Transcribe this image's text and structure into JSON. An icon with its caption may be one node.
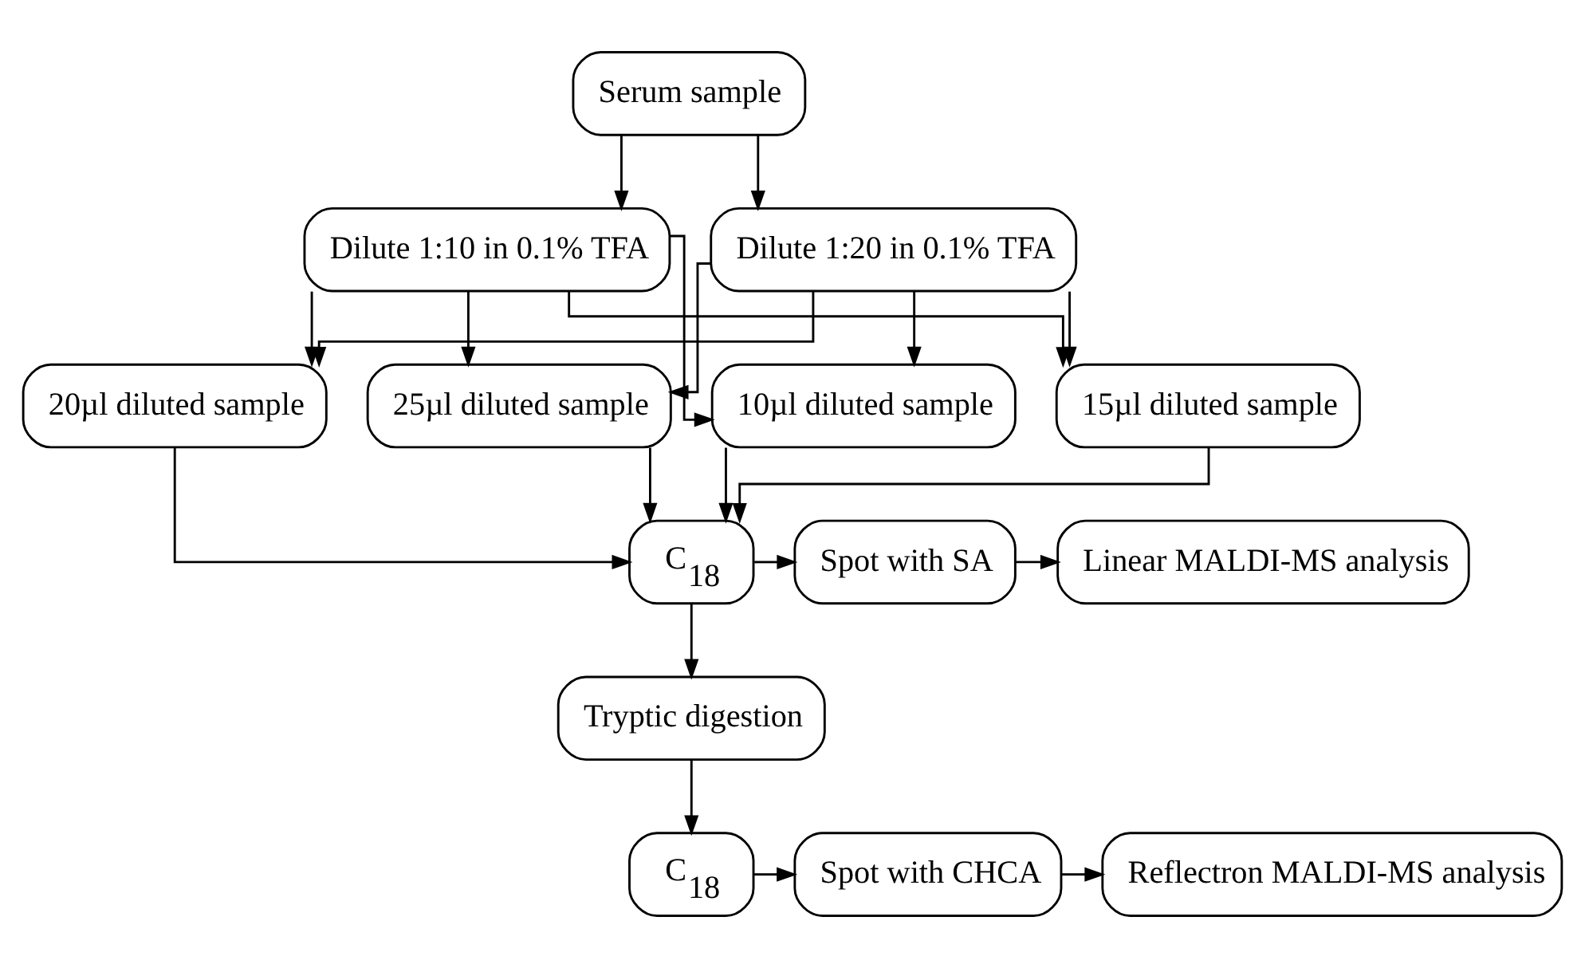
{
  "diagram": {
    "nodes": [
      {
        "text": [
          "Serum sample"
        ]
      },
      {
        "text": [
          "Dilute 1:10 in 0.1% TFA"
        ]
      },
      {
        "text": [
          "Dilute 1:20 in 0.1% TFA"
        ]
      },
      {
        "text": [
          "10µl diluted sample"
        ]
      },
      {
        "text": [
          "15µl diluted sample"
        ]
      },
      {
        "text": [
          "20µl diluted sample"
        ]
      },
      {
        "text": [
          "25µl diluted sample"
        ]
      },
      {
        "text": [
          "C$_{18}$"
        ]
      },
      {
        "text": [
          "Spot with SA"
        ]
      },
      {
        "text": [
          "Linear MALDI-MS analysis"
        ]
      },
      {
        "text": [
          "Tryptic digestion"
        ]
      },
      {
        "text": [
          "C$_{18}$"
        ]
      },
      {
        "text": [
          "Spot with CHCA"
        ]
      },
      {
        "text": [
          "Reflectron MALDI-MS analysis"
        ]
      }
    ],
    "edges": [
      {
        "from": 0,
        "to": 1,
        "arrow": "to"
      },
      {
        "from": 0,
        "to": 2,
        "arrow": "to"
      },
      {
        "from": 1,
        "to": 3,
        "arrow": "to"
      },
      {
        "from": 1,
        "to": 4,
        "arrow": "to"
      },
      {
        "from": 1,
        "to": 5,
        "arrow": "to"
      },
      {
        "from": 1,
        "to": 6,
        "arrow": "to"
      },
      {
        "from": 2,
        "to": 3,
        "arrow": "to"
      },
      {
        "from": 2,
        "to": 4,
        "arrow": "to"
      },
      {
        "from": 2,
        "to": 5,
        "arrow": "to"
      },
      {
        "from": 2,
        "to": 6,
        "arrow": "to"
      },
      {
        "from": 3,
        "to": 7,
        "arrow": "to"
      },
      {
        "from": 4,
        "to": 7,
        "arrow": "to"
      },
      {
        "from": 5,
        "to": 7,
        "arrow": "to"
      },
      {
        "from": 6,
        "to": 7,
        "arrow": "to"
      },
      {
        "from": 7,
        "to": 8,
        "arrow": "to"
      },
      {
        "from": 8,
        "to": 9,
        "arrow": "to"
      },
      {
        "from": 7,
        "to": 10,
        "arrow": "to"
      },
      {
        "from": 10,
        "to": 11,
        "arrow": "to"
      },
      {
        "from": 11,
        "to": 12,
        "arrow": "to"
      },
      {
        "from": 12,
        "to": 13,
        "arrow": "to"
      }
    ]
  }
}
